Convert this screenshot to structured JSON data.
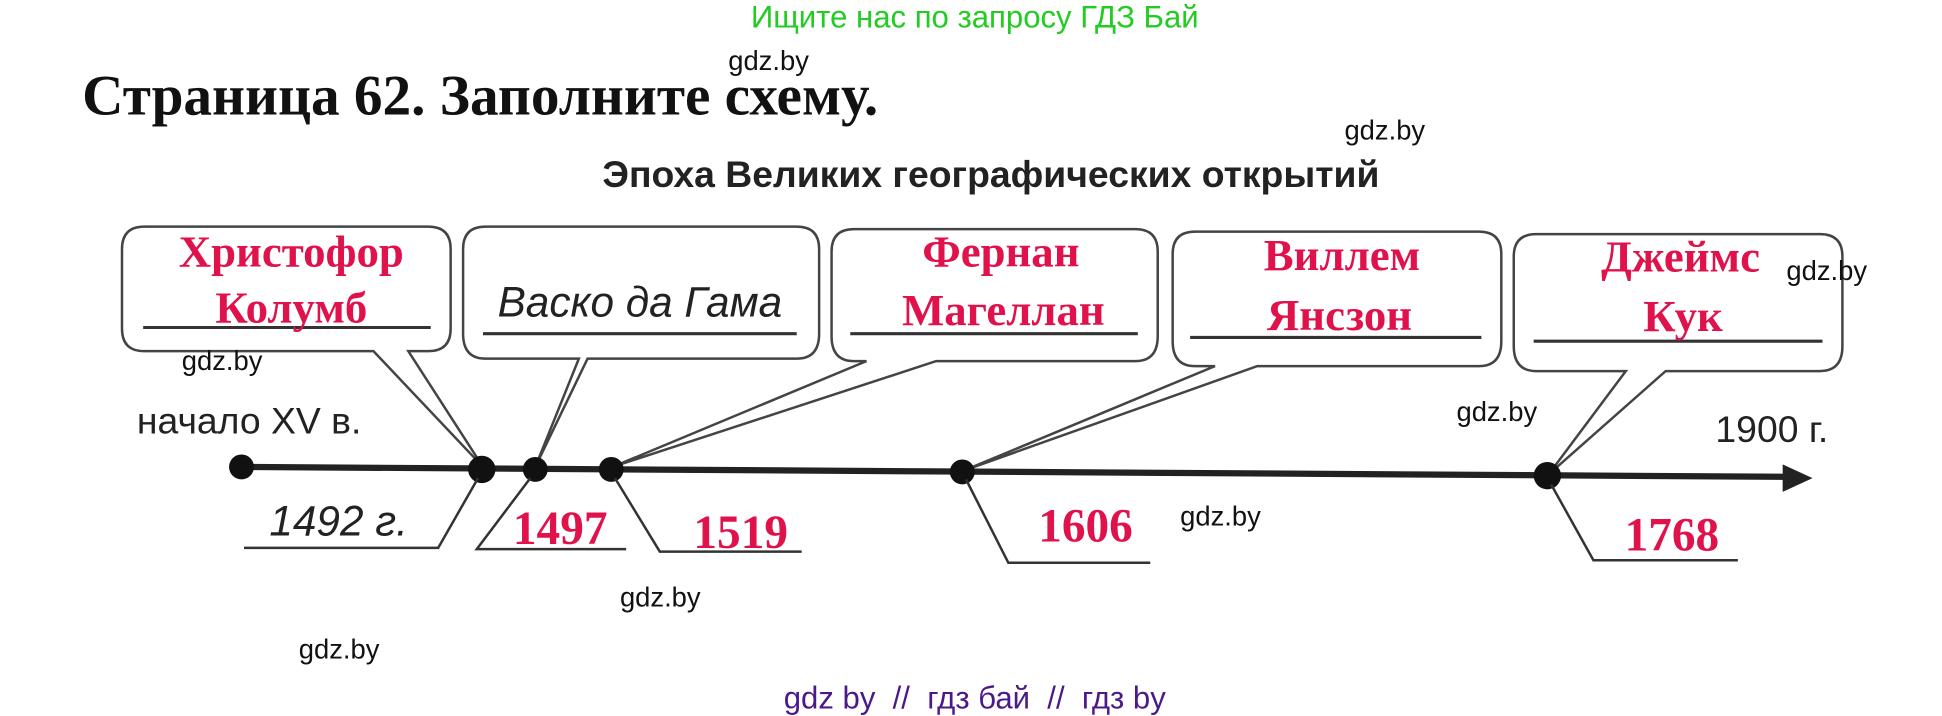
{
  "banner": {
    "search_hint": "Ищите нас по запросу ГДЗ Бай",
    "search_hint_color": "#22cc22"
  },
  "page_title": "Страница 62. Заполните схему.",
  "scheme": {
    "title": "Эпоха Великих географических открытий",
    "start_label": "начало XV в.",
    "end_label": "1900 г.",
    "answer_color": "#e0124b",
    "events": [
      {
        "name_line1": "Христофор",
        "name_line2": "Колумб",
        "year": "1492 г.",
        "name_is_answer": true,
        "year_is_answer": false
      },
      {
        "name_line1": "Васко да Гама",
        "name_line2": "",
        "year": "1497",
        "name_is_answer": false,
        "year_is_answer": true
      },
      {
        "name_line1": "Фернан",
        "name_line2": "Магеллан",
        "year": "1519",
        "name_is_answer": true,
        "year_is_answer": true
      },
      {
        "name_line1": "Виллем",
        "name_line2": "Янсзон",
        "year": "1606",
        "name_is_answer": true,
        "year_is_answer": true
      },
      {
        "name_line1": "Джеймс",
        "name_line2": "Кук",
        "year": "1768",
        "name_is_answer": true,
        "year_is_answer": true
      }
    ]
  },
  "watermarks": [
    "gdz.by",
    "gdz.by",
    "gdz.by",
    "gdz.by",
    "gdz.by",
    "gdz.by",
    "gdz.by",
    "gdz.by"
  ],
  "footer": {
    "text": "gdz by  //  гдз бай  //  гдз by",
    "color": "#4b1a8a"
  }
}
